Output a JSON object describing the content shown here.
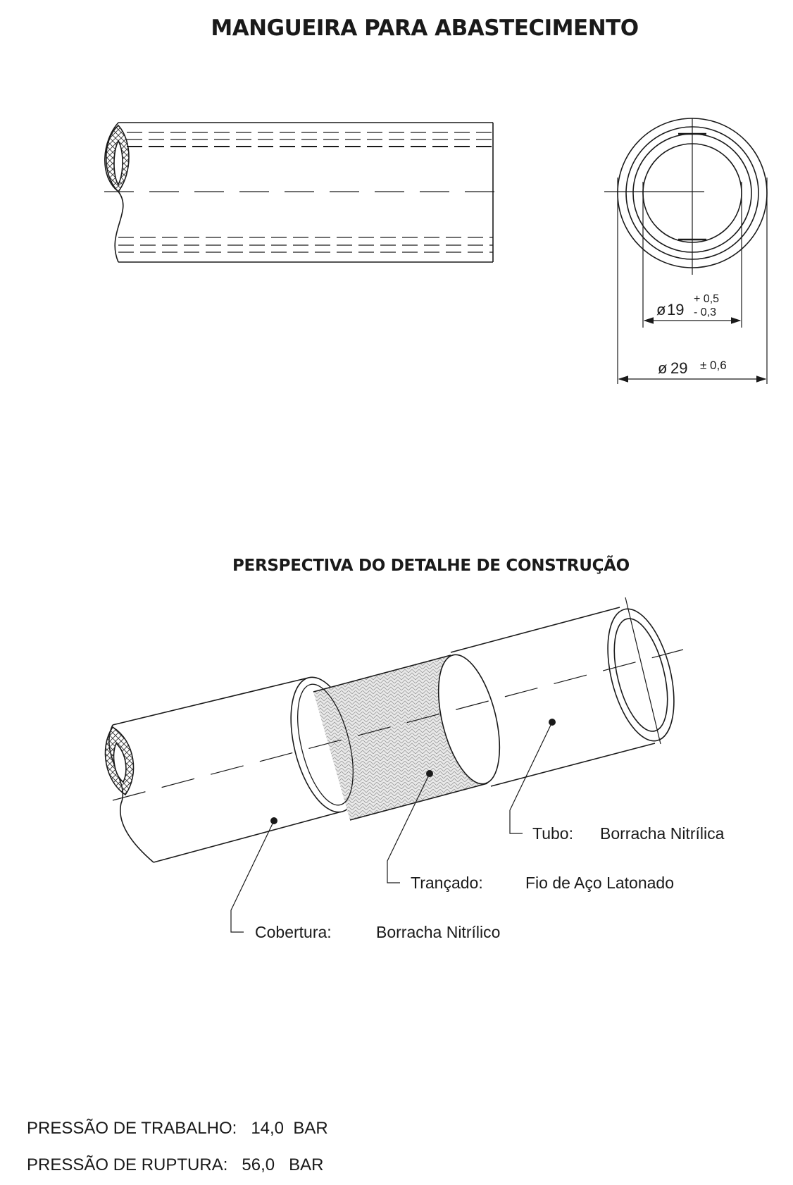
{
  "title": "MANGUEIRA PARA ABASTECIMENTO",
  "subtitle": "PERSPECTIVA DO DETALHE DE CONSTRUÇÃO",
  "dimensions": {
    "inner": {
      "symbol": "ø",
      "value": "19",
      "tol_plus": "+ 0,5",
      "tol_minus": "- 0,3"
    },
    "outer": {
      "symbol": "ø",
      "value": "29",
      "tol": "± 0,6"
    }
  },
  "layers": [
    {
      "name": "Tubo:",
      "material": "Borracha Nitrílica"
    },
    {
      "name": "Trançado:",
      "material": "Fio de Aço Latonado"
    },
    {
      "name": "Cobertura:",
      "material": "Borracha Nitrílico"
    }
  ],
  "specs": {
    "working_pressure": "PRESSÃO DE TRABALHO:   14,0  BAR",
    "burst_pressure": "PRESSÃO DE RUPTURA:   56,0   BAR"
  }
}
